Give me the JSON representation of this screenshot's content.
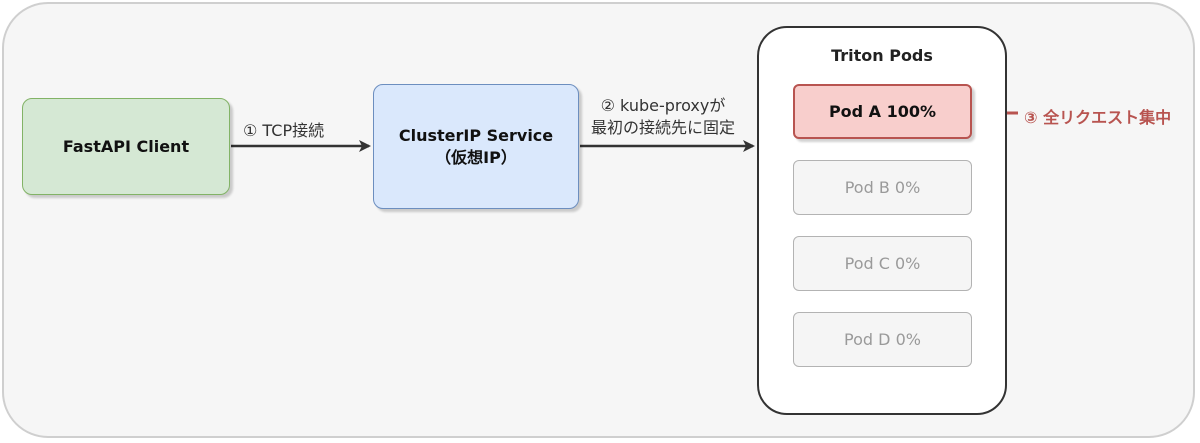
{
  "client": {
    "label": "FastAPI Client"
  },
  "service": {
    "line1": "ClusterIP Service",
    "line2": "（仮想IP）"
  },
  "pods_group": {
    "title": "Triton Pods",
    "pods": [
      {
        "label": "Pod A 100%",
        "state": "active"
      },
      {
        "label": "Pod B 0%",
        "state": "idle"
      },
      {
        "label": "Pod C 0%",
        "state": "idle"
      },
      {
        "label": "Pod D 0%",
        "state": "idle"
      }
    ]
  },
  "edges": {
    "step1": "① TCP接続",
    "step2_line1": "② kube-proxyが",
    "step2_line2": "最初の接続先に固定",
    "step3": "③ 全リクエスト集中"
  },
  "colors": {
    "client_fill": "#d5e8d4",
    "service_fill": "#dae8fc",
    "active_pod_fill": "#f8cecc",
    "alert_accent": "#b85450"
  }
}
